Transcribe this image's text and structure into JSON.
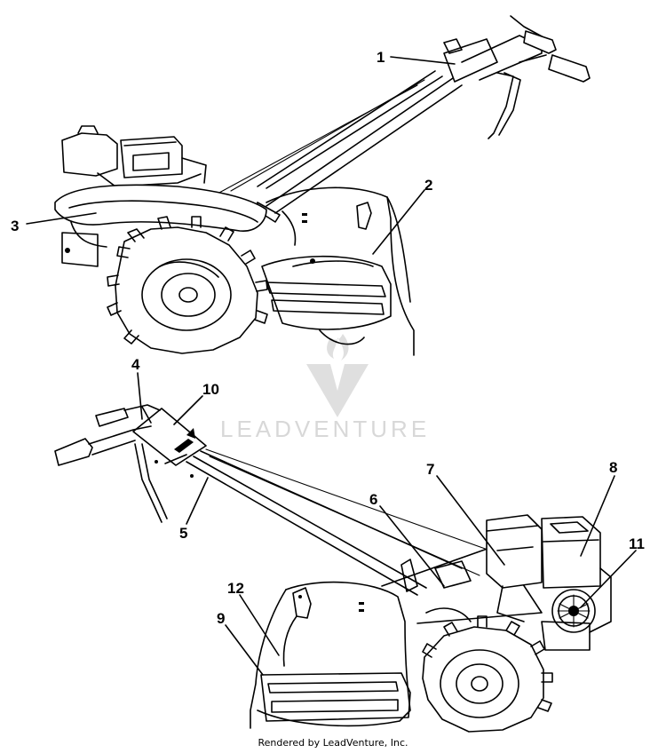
{
  "diagram": {
    "callouts": [
      "1",
      "2",
      "3",
      "4",
      "5",
      "6",
      "7",
      "8",
      "9",
      "10",
      "11",
      "12"
    ]
  },
  "watermark": {
    "text": "LEADVENTURE",
    "logo_icon": "leadventure-logo-icon"
  },
  "footer": {
    "text": "Rendered by LeadVenture, Inc."
  }
}
